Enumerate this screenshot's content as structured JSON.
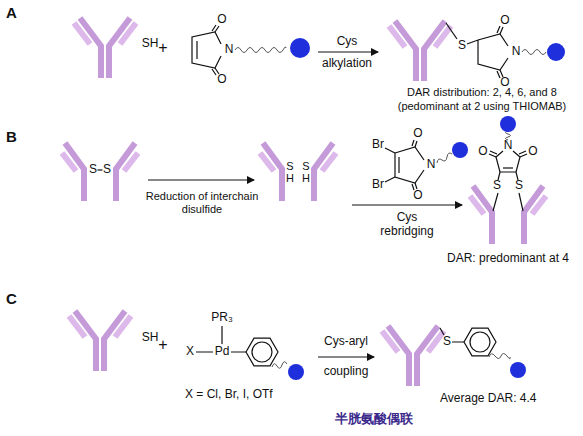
{
  "diagram": {
    "labels": [
      "A",
      "SH",
      "+",
      "O",
      "O",
      "N",
      "Cys",
      "alkylation",
      "S",
      "O",
      "N",
      "O",
      "DAR distribution: 2, 4, 6, and 8",
      "(pedominant at 2 using THIOMAB)",
      "B",
      "S",
      "S",
      "Reduction of interchain disulfide",
      "SH",
      "SH",
      "Br",
      "Br",
      "O",
      "N",
      "O",
      "Cys rebridging",
      "O",
      "N",
      "O",
      "S",
      "S",
      "DAR: predominant at 4",
      "C",
      "SH",
      "+",
      "PR₃",
      "X",
      "Pd",
      "X = Cl, Br, I, OTf",
      "Cys-aryl",
      "coupling",
      "S",
      "Average DAR: 4.4",
      "半胱氨酸偶联"
    ]
  }
}
